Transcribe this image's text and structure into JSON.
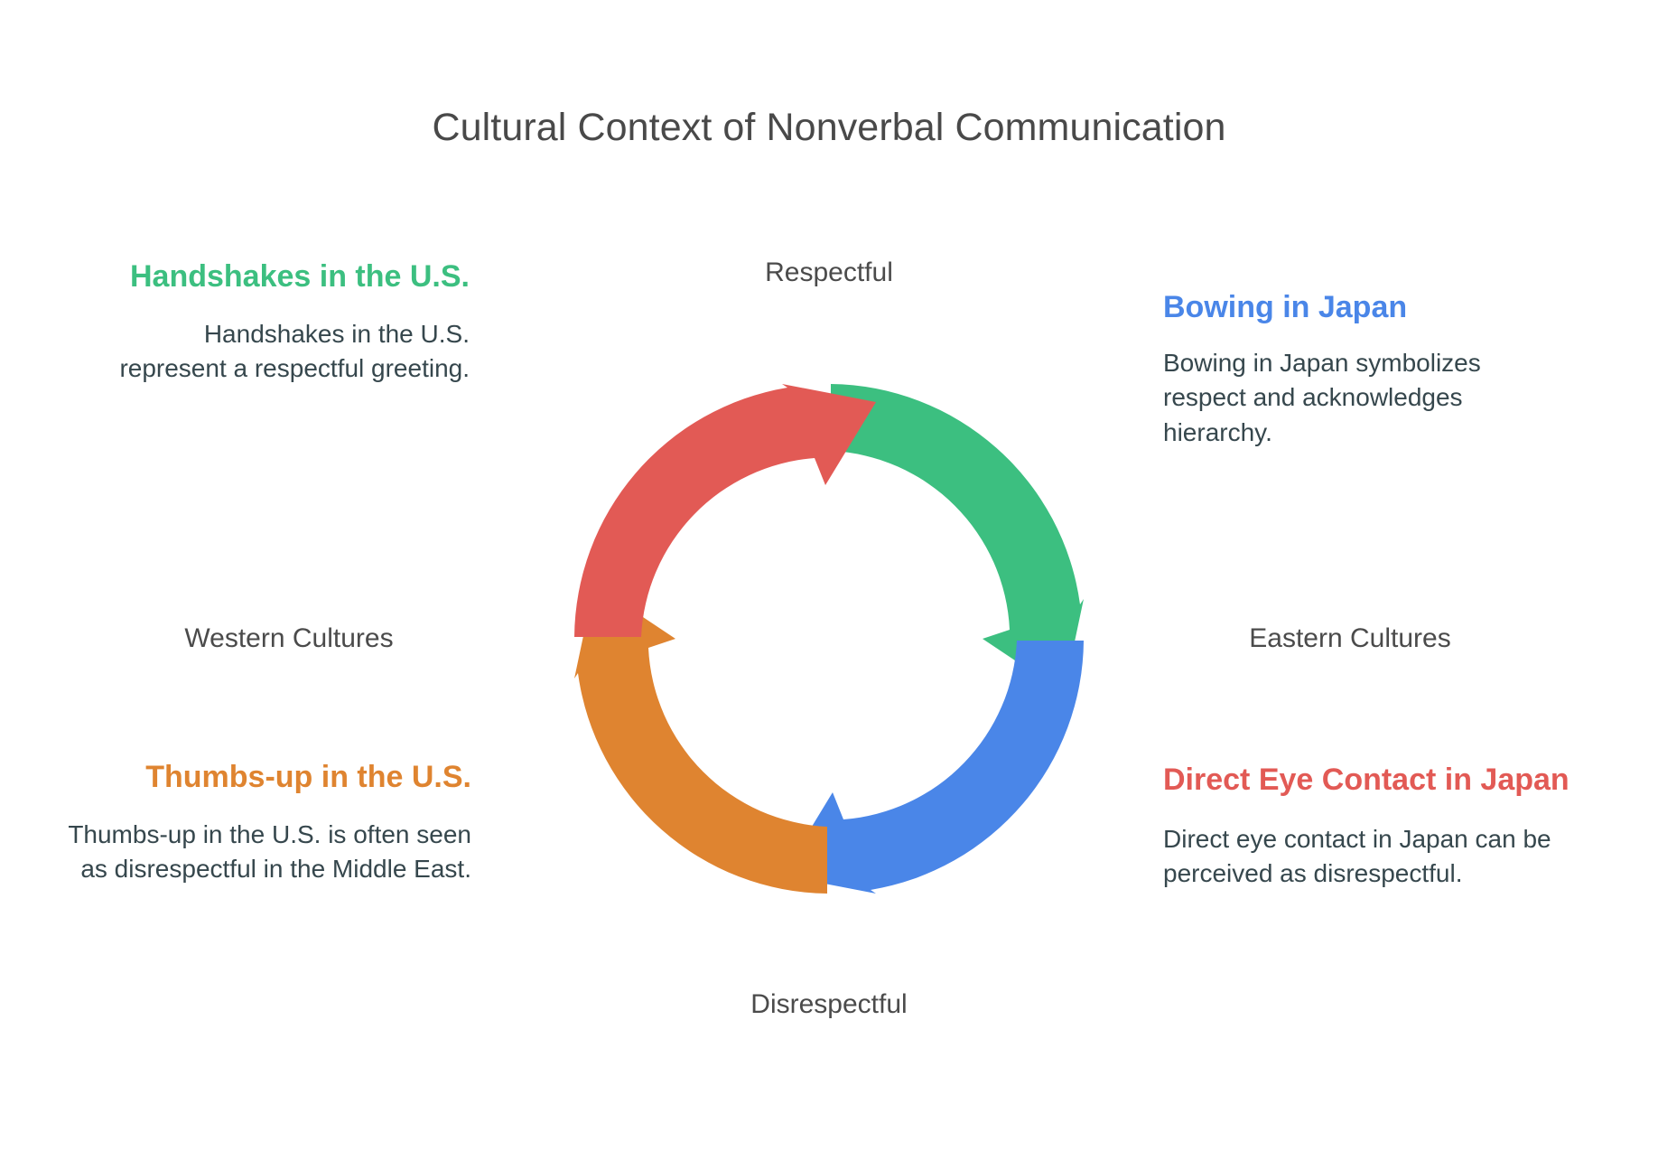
{
  "title": "Cultural Context of Nonverbal Communication",
  "axis_labels": {
    "top": "Respectful",
    "bottom": "Disrespectful",
    "left": "Western Cultures",
    "right": "Eastern Cultures"
  },
  "colors": {
    "green": "#3cbf80",
    "blue": "#4a86e8",
    "red": "#e25a55",
    "orange": "#df8430",
    "title_text": "#494949",
    "axis_text": "#4b4b4b",
    "body_text": "#36474d",
    "background": "#ffffff"
  },
  "blocks": {
    "handshakes": {
      "heading": "Handshakes in the U.S.",
      "body": "Handshakes in the U.S. represent a respectful greeting.",
      "color": "#3cbf80"
    },
    "bowing": {
      "heading": "Bowing in Japan",
      "body": "Bowing in Japan symbolizes respect and acknowledges hierarchy.",
      "color": "#4a86e8"
    },
    "thumbsup": {
      "heading": "Thumbs-up in the U.S.",
      "body": "Thumbs-up in the U.S. is often seen as disrespectful in the Middle East.",
      "color": "#df8430"
    },
    "eyecontact": {
      "heading": "Direct Eye Contact in Japan",
      "body": "Direct eye contact in Japan can be perceived as disrespectful.",
      "color": "#e25a55"
    }
  },
  "chart_data": {
    "type": "pie",
    "title": "Cultural Context of Nonverbal Communication",
    "subtype": "circular-arrow-cycle",
    "center": [
      300,
      300
    ],
    "outer_radius": 282,
    "inner_radius": 208,
    "segment_count": 4,
    "segment_sweep_degrees": 90,
    "axes": {
      "vertical": [
        "Respectful",
        "Disrespectful"
      ],
      "horizontal": [
        "Western Cultures",
        "Eastern Cultures"
      ]
    },
    "segments": [
      {
        "name": "Bowing in Japan",
        "quadrant": "top-right",
        "start_angle_deg": -90,
        "end_angle_deg": 0,
        "color": "#3cbf80",
        "direction": "clockwise",
        "pole_vertical": "Respectful",
        "pole_horizontal": "Eastern Cultures"
      },
      {
        "name": "Direct Eye Contact in Japan",
        "quadrant": "bottom-right",
        "start_angle_deg": 0,
        "end_angle_deg": 90,
        "color": "#4a86e8",
        "direction": "clockwise",
        "pole_vertical": "Disrespectful",
        "pole_horizontal": "Eastern Cultures"
      },
      {
        "name": "Thumbs-up in the U.S.",
        "quadrant": "bottom-left",
        "start_angle_deg": 90,
        "end_angle_deg": 180,
        "color": "#df8430",
        "direction": "clockwise",
        "pole_vertical": "Disrespectful",
        "pole_horizontal": "Western Cultures"
      },
      {
        "name": "Handshakes in the U.S.",
        "quadrant": "top-left",
        "start_angle_deg": 180,
        "end_angle_deg": 270,
        "color": "#e25a55",
        "direction": "clockwise",
        "pole_vertical": "Respectful",
        "pole_horizontal": "Western Cultures"
      }
    ]
  }
}
